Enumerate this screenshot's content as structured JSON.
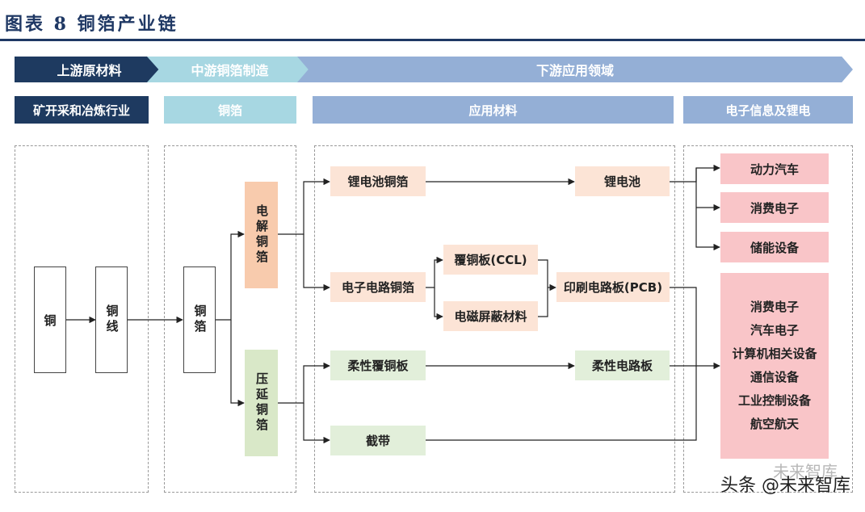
{
  "title": "图表 8   铜箔产业链",
  "stages": {
    "upstream": "上游原材料",
    "midstream": "中游铜箔制造",
    "downstream": "下游应用领域"
  },
  "headers": {
    "mining": "矿开采和冶炼行业",
    "foil": "铜箔",
    "materials": "应用材料",
    "electronics": "电子信息及锂电"
  },
  "nodes": {
    "copper": "铜",
    "copper_wire": "铜线",
    "copper_foil": "铜箔",
    "electrolytic": "电解铜箔",
    "rolled": "压延铜箔",
    "li_foil": "锂电池铜箔",
    "ecircuit_foil": "电子电路铜箔",
    "flex_ccl": "柔性覆铜板",
    "tape": "截带",
    "ccl": "覆铜板(CCL)",
    "emi": "电磁屏蔽材料",
    "li_battery": "锂电池",
    "pcb": "印刷电路板(PCB)",
    "fpc": "柔性电路板",
    "power_car": "动力汽车",
    "consumer1": "消费电子",
    "storage": "储能设备"
  },
  "pcb_apps": [
    "消费电子",
    "汽车电子",
    "计算机相关设备",
    "通信设备",
    "工业控制设备",
    "航空航天"
  ],
  "watermark": {
    "faint": "未来智库",
    "text": "头条 @未来智库"
  }
}
